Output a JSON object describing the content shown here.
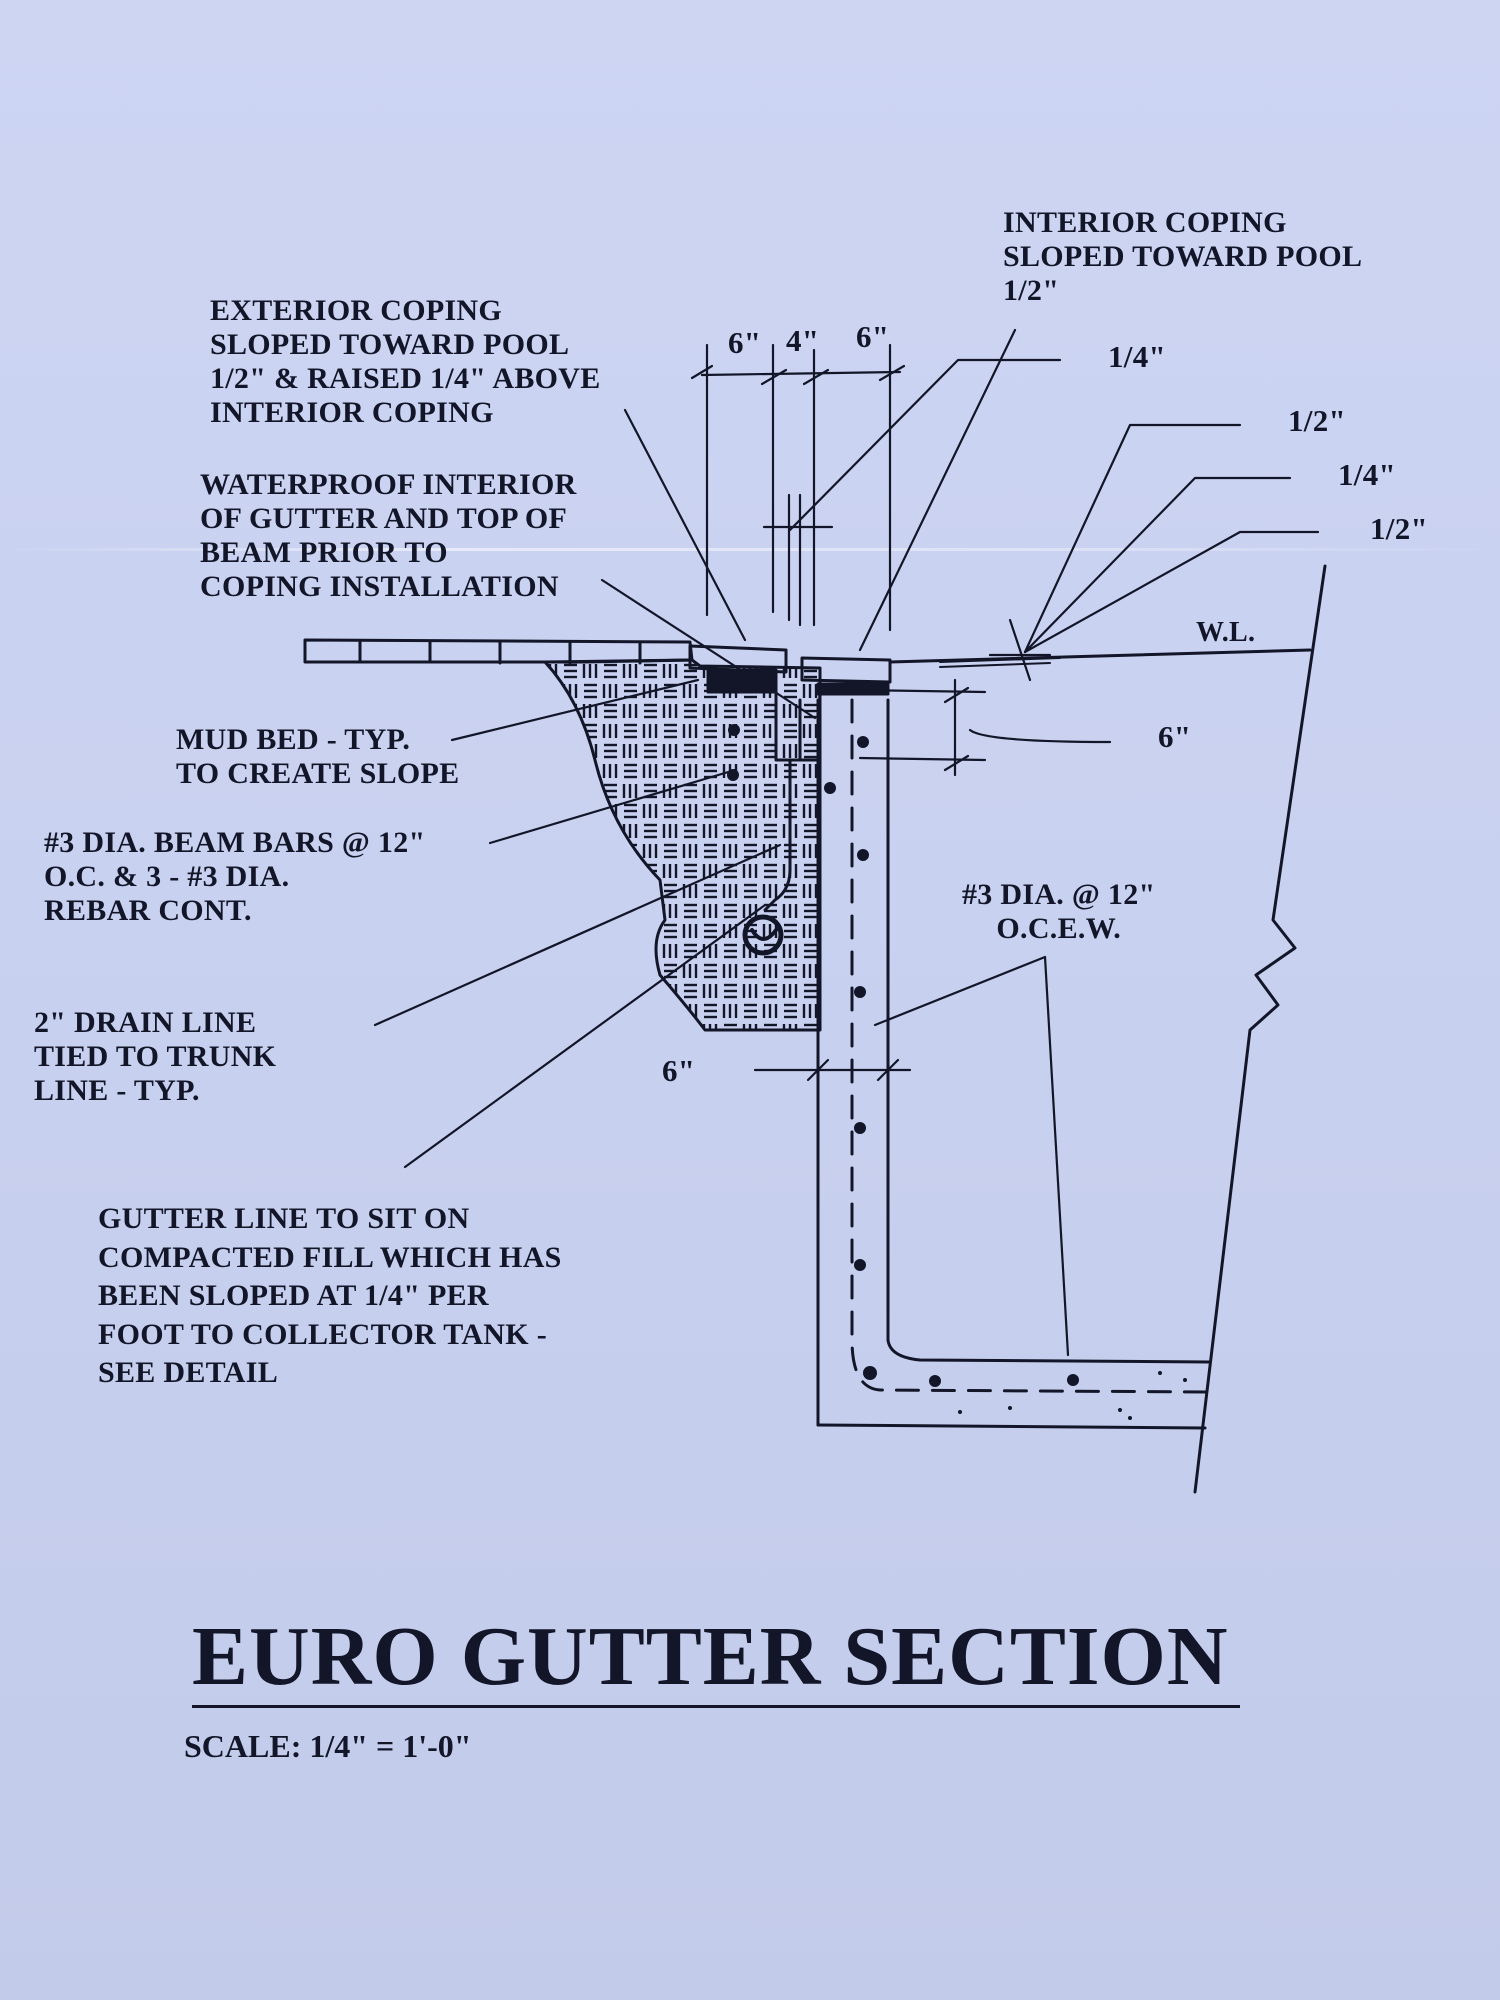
{
  "title": "EURO GUTTER SECTION",
  "scale": "SCALE: 1/4\" = 1'-0\"",
  "labels": {
    "interior_coping": "INTERIOR COPING\nSLOPED TOWARD POOL\n1/2\"",
    "exterior_coping": "EXTERIOR COPING\nSLOPED TOWARD POOL\n1/2\" & RAISED 1/4\" ABOVE\nINTERIOR COPING",
    "waterproof": "WATERPROOF INTERIOR\nOF GUTTER AND TOP OF\nBEAM PRIOR TO\nCOPING INSTALLATION",
    "mud_bed": "MUD BED - TYP.\nTO CREATE SLOPE",
    "beam_bars": "#3 DIA. BEAM BARS @ 12\"\nO.C. & 3 - #3 DIA.\nREBAR CONT.",
    "drain_line": "2\" DRAIN LINE\nTIED TO TRUNK\nLINE - TYP.",
    "gutter_line": "GUTTER LINE TO SIT ON\nCOMPACTED FILL WHICH HAS\nBEEN SLOPED AT 1/4\" PER\nFOOT TO COLLECTOR TANK -\nSEE DETAIL",
    "rebar_wall": "#3 DIA. @ 12\"\nO.C.E.W.",
    "water_line": "W.L."
  },
  "dimensions": {
    "top_1": "6\"",
    "top_2": "4\"",
    "top_3": "6\"",
    "slope_1": "1/4\"",
    "slope_2": "1/2\"",
    "slope_3": "1/4\"",
    "slope_4": "1/2\"",
    "beam_depth": "6\"",
    "wall_thickness": "6\""
  }
}
